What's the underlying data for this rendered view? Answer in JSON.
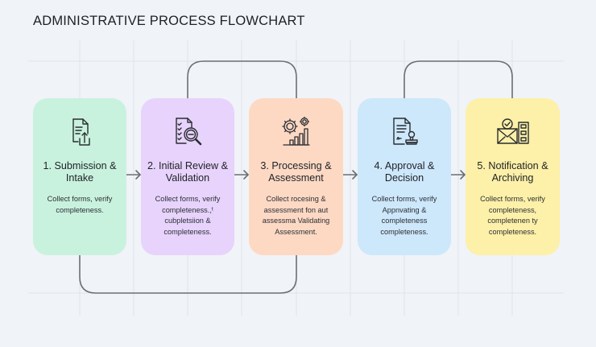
{
  "title": "ADMINISTRATIVE PROCESS FLOWCHART",
  "colors": {
    "background": "#f0f3f7",
    "grid": "#dfe3e8",
    "connector": "#6b6e73",
    "step_1": "#c9f2de",
    "step_2": "#e7d3fb",
    "step_3": "#fdd9c4",
    "step_4": "#cde7fb",
    "step_5": "#fdf0a8"
  },
  "steps": [
    {
      "icon": "document-upload-icon",
      "title": "1. Submission & Intake",
      "description": "Collect forms, verify completeness."
    },
    {
      "icon": "checklist-magnifier-icon",
      "title": "2. Initial Review & Validation",
      "description": "Collect forms, verify completeness.,ᵗ cubpletsiion & completeness."
    },
    {
      "icon": "gears-bar-chart-icon",
      "title": "3. Processing & Assessment",
      "description": "Collect rocesing & assessment fon aut assessma Validating Assessment."
    },
    {
      "icon": "document-stamp-icon",
      "title": "4. Approval & Decision",
      "description": "Collect forms, verify Appnvating & completeness completeness."
    },
    {
      "icon": "envelope-cabinet-icon",
      "title": "5. Notification & Archiving",
      "description": "Collect forms, verify completeness, completenen ty completeness."
    }
  ],
  "connections": [
    {
      "from": 1,
      "to": 2,
      "type": "arrow"
    },
    {
      "from": 2,
      "to": 3,
      "type": "arrow"
    },
    {
      "from": 3,
      "to": 4,
      "type": "arrow"
    },
    {
      "from": 4,
      "to": 5,
      "type": "arrow"
    },
    {
      "from": 2,
      "to": 3,
      "type": "loop-top"
    },
    {
      "from": 4,
      "to": 5,
      "type": "loop-top"
    },
    {
      "from": 1,
      "to": 3,
      "type": "loop-bottom"
    }
  ]
}
